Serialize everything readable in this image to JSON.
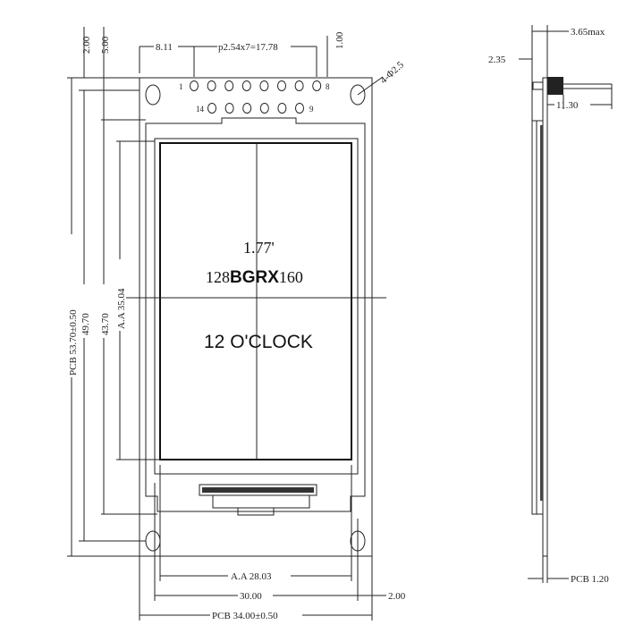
{
  "front_view": {
    "screen_text": {
      "size": "1.77'",
      "resolution_prefix": "128",
      "resolution_mid": "BGRX",
      "resolution_suffix": "160",
      "orientation": "12 O'CLOCK"
    },
    "pins": {
      "top_row_first": "1",
      "top_row_last": "8",
      "bottom_row_first": "14",
      "bottom_row_last": "9",
      "top_row_count": 8,
      "bottom_row_count": 6
    },
    "dimensions": {
      "top_left_offset": "8.11",
      "pin_pitch": "p2.54x7=17.78",
      "top_right_offset": "1.00",
      "hole_callout": "4-Φ2.5",
      "left_2": "2.00",
      "left_5": "5.00",
      "pcb_height": "PCB 53.70±0.50",
      "height_49": "49.70",
      "height_43": "43.70",
      "active_height": "A.A 35.04",
      "active_width": "A.A 28.03",
      "width_30": "30.00",
      "bottom_right_offset": "2.00",
      "pcb_width": "PCB 34.00±0.50"
    }
  },
  "side_view": {
    "dimensions": {
      "max_thickness": "3.65max",
      "pin_offset": "2.35",
      "pin_length": "11.30",
      "pcb_thickness": "PCB 1.20"
    }
  }
}
